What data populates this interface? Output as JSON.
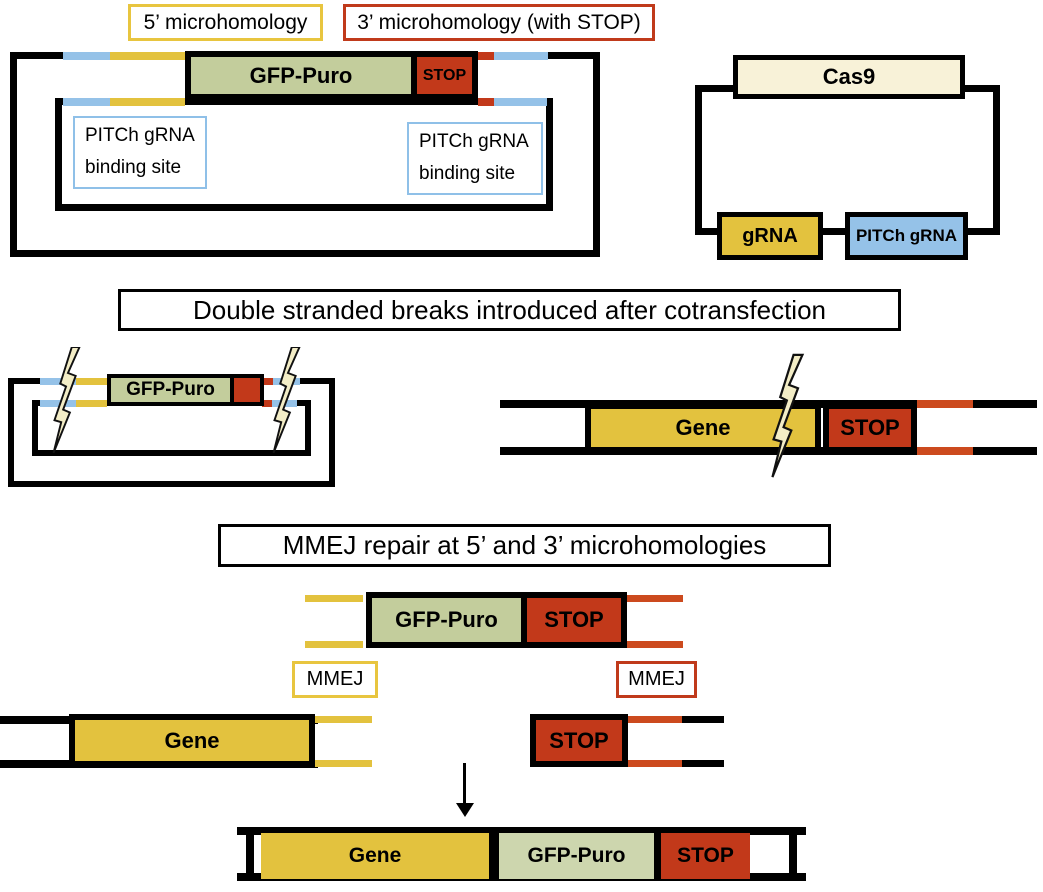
{
  "figure": {
    "legend": {
      "five_prime_label": "5’ microhomology",
      "three_prime_label": "3’ microhomology (with STOP)"
    },
    "donor_plasmid": {
      "cassette_label": "GFP-Puro",
      "stop_label": "STOP",
      "left_binding_site": "PITCh gRNA binding site",
      "right_binding_site": "PITCh gRNA binding site"
    },
    "cas9_plasmid": {
      "cas9_label": "Cas9",
      "grna_label": "gRNA",
      "pitch_grna_label": "PITCh gRNA"
    },
    "step1_banner": "Double stranded breaks introduced after cotransfection",
    "cut_plasmid": {
      "cassette_label": "GFP-Puro"
    },
    "genomic_locus": {
      "gene_label": "Gene",
      "stop_label": "STOP"
    },
    "step2_banner": "MMEJ repair at 5’ and 3’ microhomologies",
    "donor_fragment": {
      "cassette_label": "GFP-Puro",
      "stop_label": "STOP",
      "mmej_left_label": "MMEJ",
      "mmej_right_label": "MMEJ"
    },
    "gene_fragment": {
      "gene_label": "Gene"
    },
    "stop_fragment": {
      "stop_label": "STOP"
    },
    "final_construct": {
      "gene_label": "Gene",
      "cassette_label": "GFP-Puro",
      "stop_label": "STOP"
    },
    "colors": {
      "microhomology_yellow": "#E3C23E",
      "pitch_blue": "#95C2E8",
      "gfp_green": "#C3CD9C",
      "gfp_green_light": "#CDD6AE",
      "stop_red": "#C2391A",
      "line_red": "#CC4A1E",
      "cas9_cream": "#F8F2D8",
      "bolt_cream": "#F3EDC6"
    }
  }
}
